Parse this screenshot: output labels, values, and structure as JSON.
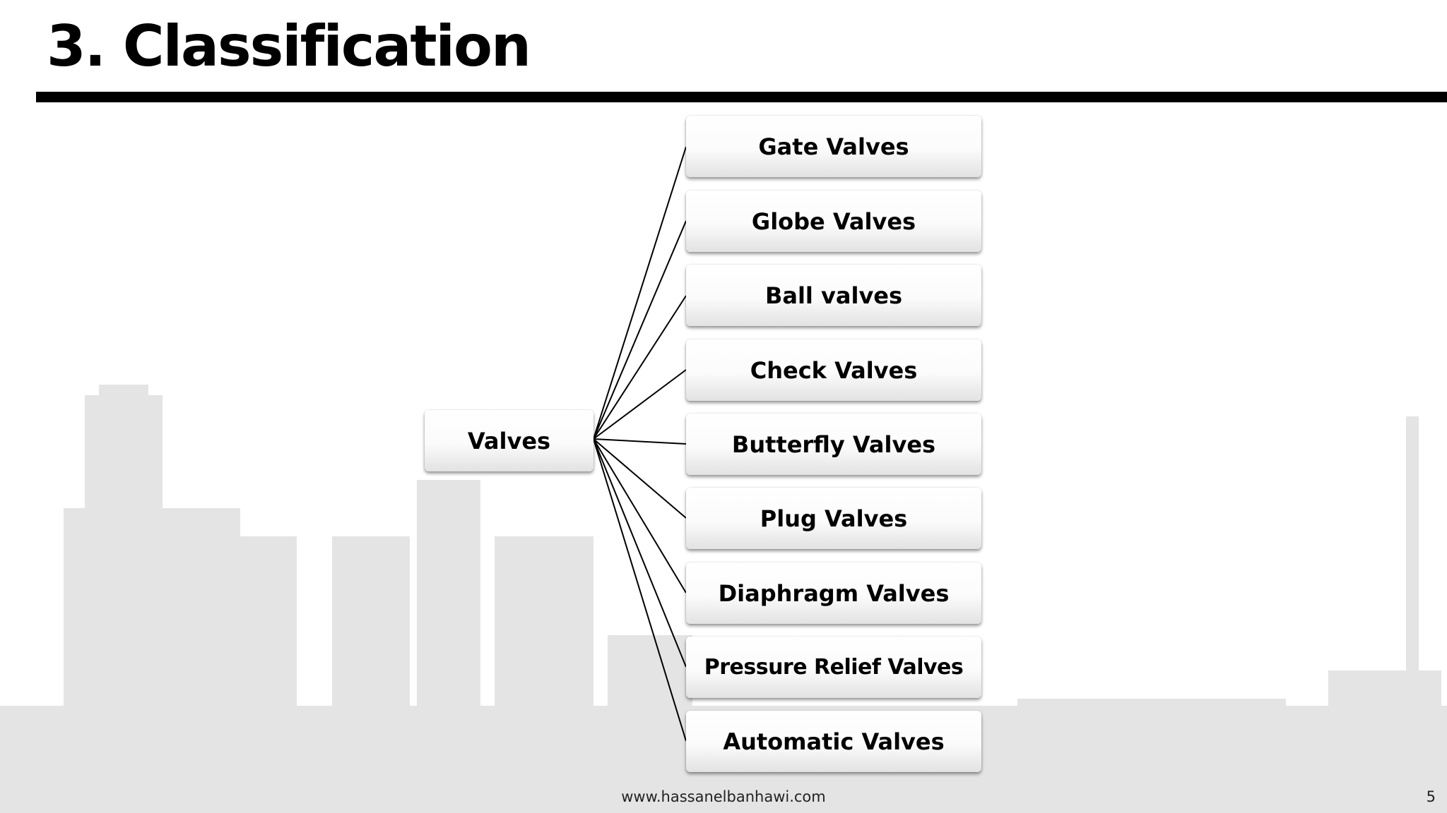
{
  "slide": {
    "title": "3. Classification",
    "root": "Valves",
    "children": [
      "Gate Valves",
      "Globe Valves",
      "Ball valves",
      "Check Valves",
      "Butterfly Valves",
      "Plug Valves",
      "Diaphragm Valves",
      "Pressure Relief Valves",
      "Automatic Valves"
    ]
  },
  "footer": {
    "url": "www.hassanelbanhawi.com",
    "page_number": "5"
  },
  "colors": {
    "text": "#000000",
    "rule": "#000000",
    "background": "#ffffff"
  }
}
